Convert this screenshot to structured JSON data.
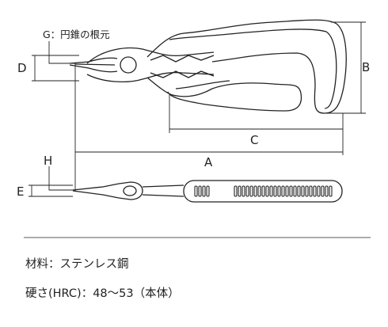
{
  "callout": {
    "text": "G：円錐の根元"
  },
  "dimensions": {
    "a": "A",
    "b": "B",
    "c": "C",
    "d": "D",
    "e": "E",
    "h": "H"
  },
  "specs": {
    "material": "材料：ステンレス鋼",
    "hardness": "硬さ(HRC)：48～53（本体）"
  },
  "colors": {
    "ink": "#222222",
    "grip_fill": "#ffffff"
  }
}
